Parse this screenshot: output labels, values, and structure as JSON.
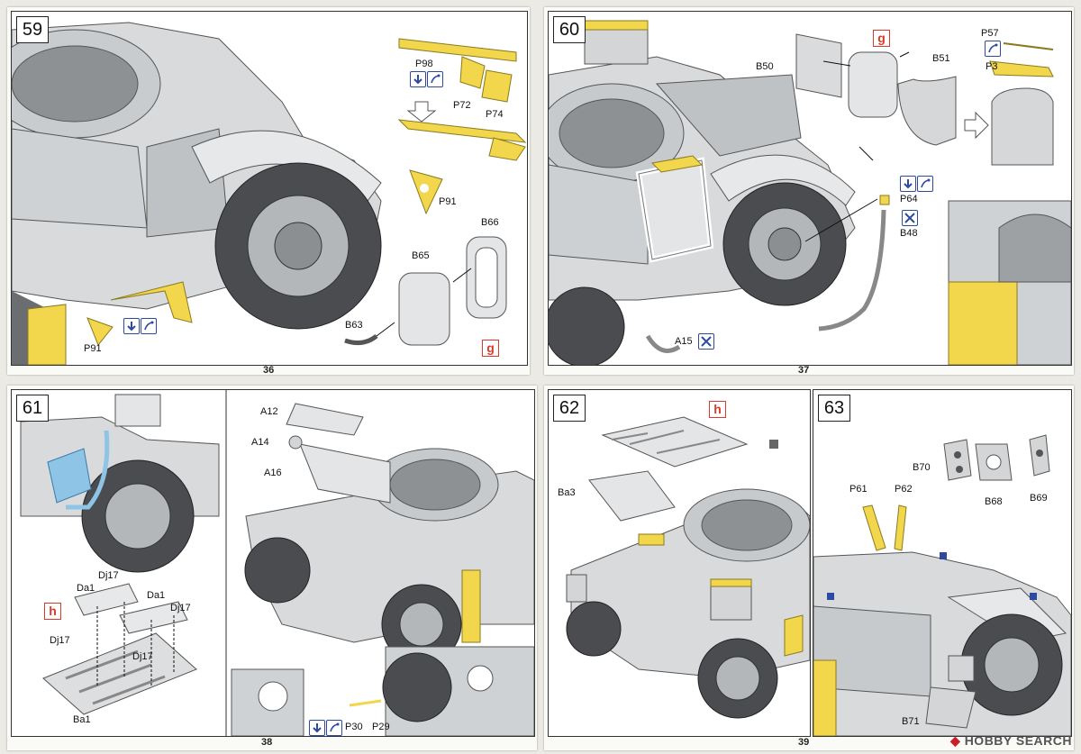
{
  "pages": {
    "p36": {
      "number": "36"
    },
    "p37": {
      "number": "37"
    },
    "p38": {
      "number": "38"
    },
    "p39": {
      "number": "39"
    }
  },
  "steps": {
    "s59": {
      "number": "59",
      "parts": {
        "p98": "P98",
        "p72": "P72",
        "p74": "P74",
        "p91a": "P91",
        "p91b": "P91",
        "b66": "B66",
        "b65": "B65",
        "b63": "B63"
      },
      "sheet": "g"
    },
    "s60": {
      "number": "60",
      "parts": {
        "b50": "B50",
        "b51": "B51",
        "p57": "P57",
        "p3": "P3",
        "p64": "P64",
        "b48": "B48",
        "a15": "A15"
      },
      "sheet": "g"
    },
    "s61": {
      "number": "61",
      "parts": {
        "da1a": "Da1",
        "da1b": "Da1",
        "dj17a": "Dj17",
        "dj17b": "Dj17",
        "dj17c": "Dj17",
        "dj17d": "Dj17",
        "ba1": "Ba1",
        "a12": "A12",
        "a14": "A14",
        "a16": "A16",
        "p30": "P30",
        "p29": "P29"
      },
      "sheet": "h"
    },
    "s62": {
      "number": "62",
      "parts": {
        "ba3": "Ba3"
      },
      "sheet": "h"
    },
    "s63": {
      "number": "63",
      "parts": {
        "b70": "B70",
        "p61": "P61",
        "p62": "P62",
        "b68": "B68",
        "b69": "B69",
        "b71": "B71"
      }
    }
  },
  "watermark": {
    "brand": "HOBBY SEARCH"
  },
  "colors": {
    "vehicle": "#d8dadc",
    "photo_etch": "#f2d64b",
    "arrow": "#2b4aa0",
    "sheet_mark": "#d93a2b"
  },
  "icons": [
    "glue-icon",
    "bend-icon",
    "remove-icon"
  ]
}
